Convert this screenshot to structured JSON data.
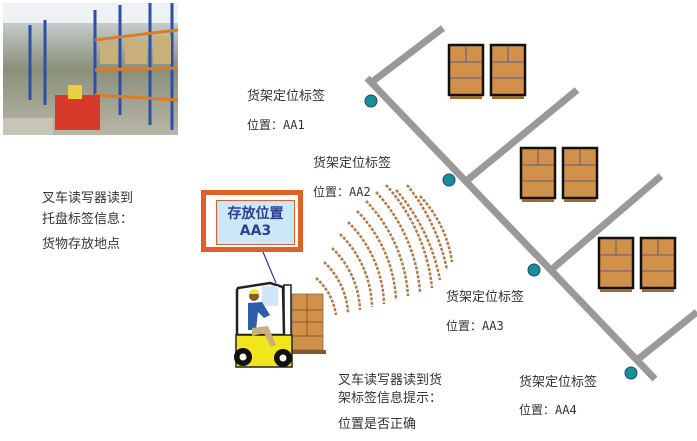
{
  "callout": {
    "line1": "存放位置",
    "line2": "AA3"
  },
  "forklift_note": {
    "line1": "叉车读写器读到",
    "line2": "托盘标签信息：",
    "line3": "货物存放地点"
  },
  "reader_note": {
    "line1": "叉车读写器读到货",
    "line2": "架标签信息提示：",
    "line3": "位置是否正确"
  },
  "tags": [
    {
      "title": "货架定位标签",
      "position": "位置：AA1"
    },
    {
      "title": "货架定位标签",
      "position": "位置：AA2"
    },
    {
      "title": "货架定位标签",
      "position": "位置：AA3"
    },
    {
      "title": "货架定位标签",
      "position": "位置：AA4"
    }
  ],
  "colors": {
    "rack": "#999999",
    "tag": "#16918f",
    "box": "#d2914a",
    "callout_border": "#e0602a",
    "callout_fill": "#cde7f6",
    "callout_text": "#2b3f91"
  }
}
